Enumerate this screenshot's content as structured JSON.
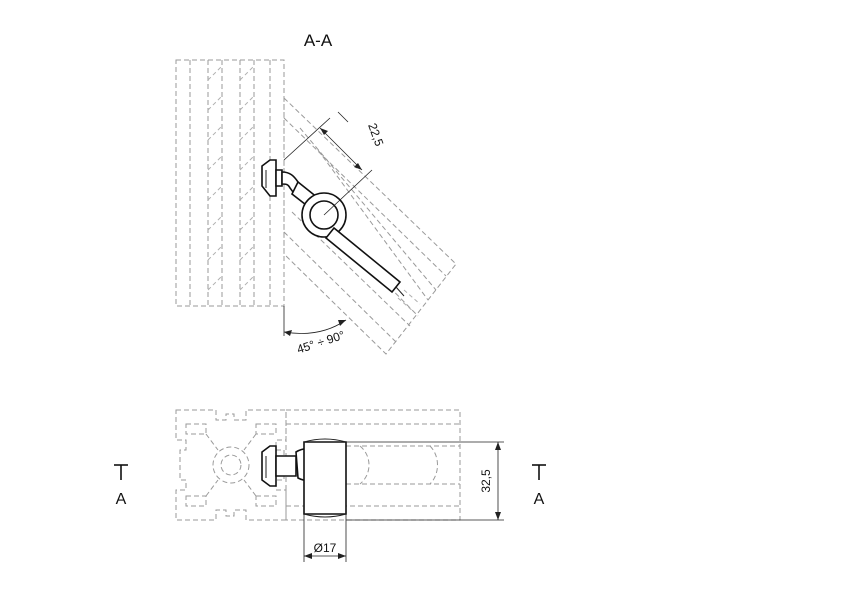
{
  "section": {
    "title": "A-A",
    "angle_label": "45° ÷ 90°",
    "dim_offset": "22,5"
  },
  "plan": {
    "dim_height": "32,5",
    "dim_diameter": "Ø17",
    "cut_marker_left": "A",
    "cut_marker_right": "A"
  }
}
